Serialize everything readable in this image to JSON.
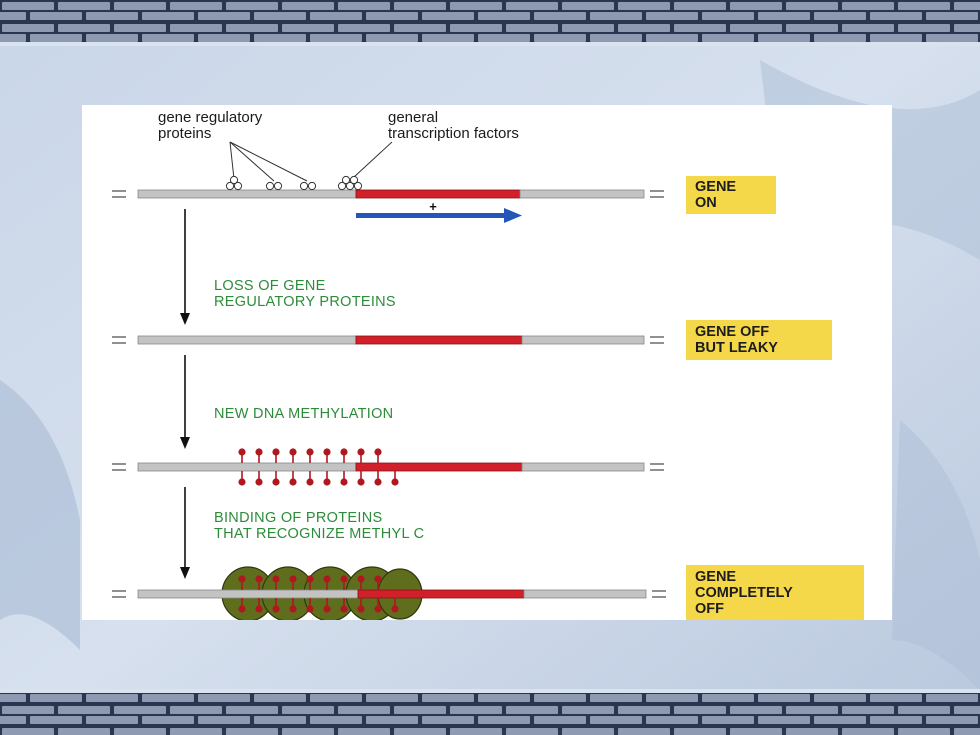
{
  "labels": {
    "regulatory_line1": "gene regulatory",
    "regulatory_line2": "proteins",
    "gtf_line1": "general",
    "gtf_line2": "transcription factors"
  },
  "steps": {
    "step1_line1": "LOSS OF GENE",
    "step1_line2": "REGULATORY PROTEINS",
    "step2_line1": "NEW DNA METHYLATION",
    "step3_line1": "BINDING OF PROTEINS",
    "step3_line2": "THAT RECOGNIZE METHYL C"
  },
  "states": {
    "on_line1": "GENE",
    "on_line2": "ON",
    "leaky_line1": "GENE OFF",
    "leaky_line2": "BUT LEAKY",
    "off_line1": "GENE",
    "off_line2": "COMPLETELY",
    "off_line3": "OFF"
  },
  "transcription_sign": "+",
  "colors": {
    "dna": "#c3c3c3",
    "gene": "#d2202a",
    "transcript_arrow": "#2356b8",
    "methyl": "#b01820",
    "methyl_binding_protein": "#5f6e1c",
    "state_box": "#f5d84a",
    "step_text": "#2c8c3a"
  }
}
